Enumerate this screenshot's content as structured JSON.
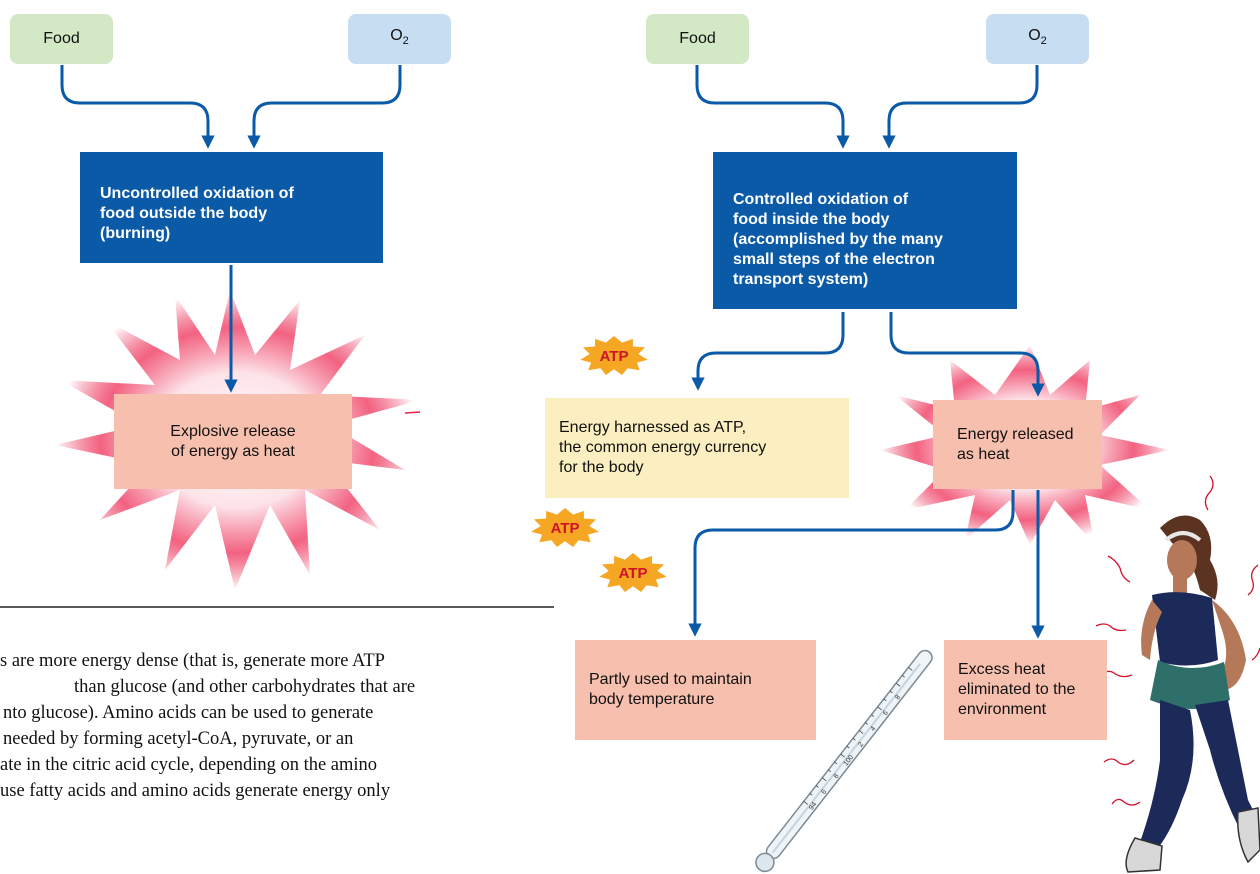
{
  "left_panel": {
    "food_label": "Food",
    "o2_label": "O",
    "o2_sub": "2",
    "process_label": "Uncontrolled oxidation of\nfood outside the body\n(burning)",
    "result_label": "Explosive release\nof energy as heat"
  },
  "right_panel": {
    "food_label": "Food",
    "o2_label": "O",
    "o2_sub": "2",
    "process_label": "Controlled oxidation of\nfood inside the body\n(accomplished by the many\nsmall steps of the electron\ntransport system)",
    "atp_box_label": "Energy harnessed as ATP,\nthe common energy currency\nfor the body",
    "heat_box_label": "Energy released\nas heat",
    "body_temp_label": "Partly used to maintain\nbody temperature",
    "excess_heat_label": "Excess heat\neliminated to the\nenvironment",
    "atp_badges": [
      "ATP",
      "ATP",
      "ATP"
    ],
    "thermometer_ticks": [
      "94",
      "6",
      "8",
      "100",
      "2",
      "4",
      "6",
      "8"
    ]
  },
  "text_excerpt": {
    "lines": [
      "s are more energy dense (that is, generate more ATP",
      "than glucose (and other carbohydrates that are",
      "nto glucose). Amino acids can be used to generate",
      "needed by forming acetyl-CoA, pyruvate, or an",
      "ate in the citric acid cycle, depending on the amino",
      "use fatty acids and amino acids generate energy only",
      "                      "
    ]
  },
  "colors": {
    "arrow": "#0a5aa8",
    "process_box": "#0a5aa8",
    "food_box": "#d3e8c4",
    "o2_box": "#c7ddf1",
    "heat_box": "#f7bfae",
    "atp_box": "#fbeec0",
    "burst": "#e8204a",
    "atp_badge": "#f5a623",
    "atp_text": "#d0112b"
  }
}
